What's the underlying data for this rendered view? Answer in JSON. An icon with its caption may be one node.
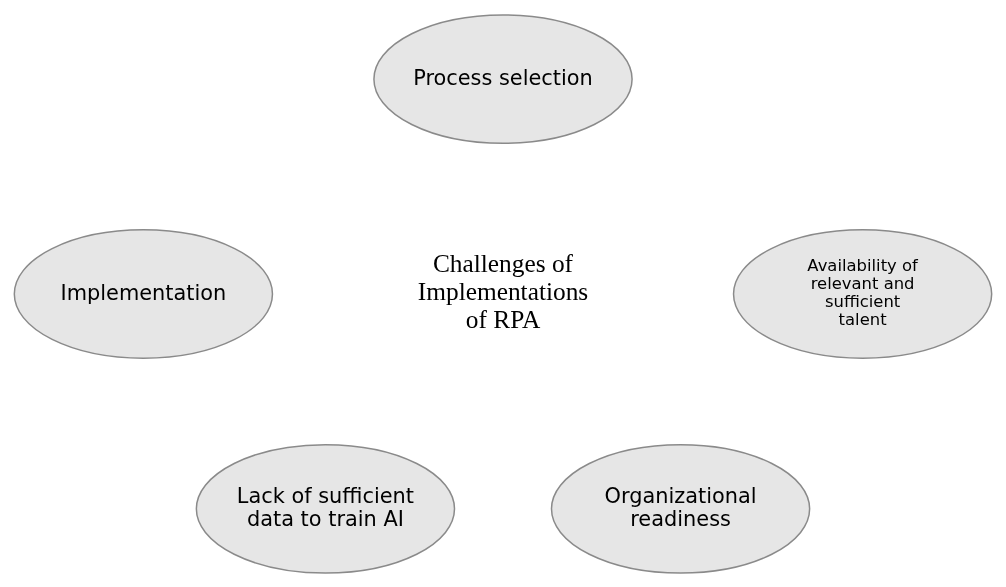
{
  "diagram": {
    "nodes": [
      {
        "text": [
          "Process selection"
        ]
      },
      {
        "text": [
          "Implementation"
        ]
      },
      {
        "text": [
          "Availability of relevant and sufficient talent"
        ]
      },
      {
        "text": [
          "Lack of sufficient data to train AI"
        ]
      },
      {
        "text": [
          "Organizational readiness"
        ]
      }
    ],
    "labels": [
      "Challenges of Implementations of RPA"
    ]
  }
}
